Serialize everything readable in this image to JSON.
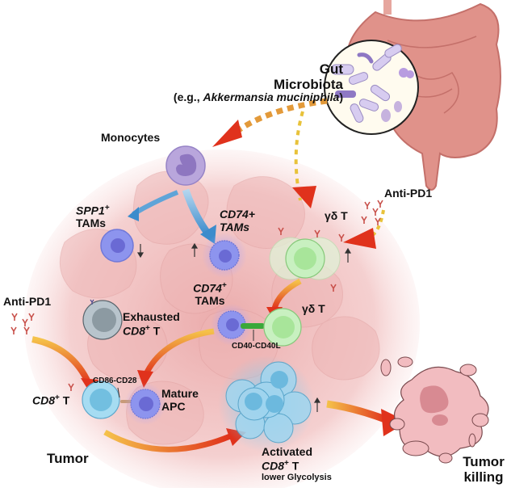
{
  "diagram": {
    "title": "Gut microbiota enhances anti-PD1 tumor immunity",
    "colors": {
      "tumor_bg": "#f2c4c4",
      "monocyte": "#b9a6dc",
      "tam": "#8d94ee",
      "gamma_delta_t": "#c8f0c0",
      "cd8_t": "#9fd6f0",
      "exhausted_t": "#b8c4cc",
      "arrow_red": "#e0321c",
      "arrow_orange": "#f0a030",
      "arrow_blue": "#3c8ccc",
      "dashed_yellow": "#e8c23a",
      "dashed_orange": "#e39a3a",
      "antibody": "#c8504a",
      "colon": "#e0928a"
    },
    "labels": {
      "gut_microbiota": {
        "line1": "Gut",
        "line2": "Microbiota",
        "line3_prefix": "(e.g., ",
        "line3_species": "Akkermansia muciniphila",
        "line3_suffix": ")"
      },
      "monocytes": "Monocytes",
      "spp1_tams": {
        "gene": "SPP1",
        "sup": "+",
        "cell": "TAMs"
      },
      "cd74_tams_top": {
        "gene": "CD74+",
        "cell": "TAMs"
      },
      "anti_pd1_right": "Anti-PD1",
      "gamma_delta_t_top": "γδ T",
      "anti_pd1_left": "Anti-PD1",
      "exhausted_cd8": {
        "line1": "Exhausted",
        "gene": "CD8",
        "sup": "+",
        "suffix": " T"
      },
      "cd74_tams_mid": {
        "gene": "CD74",
        "sup": "+",
        "cell": "TAMs"
      },
      "gamma_delta_t_mid": "γδ T",
      "cd40_cd40l": "CD40-CD40L",
      "cd86_cd28": "CD86-CD28",
      "cd8_t": {
        "gene": "CD8",
        "sup": "+",
        "suffix": " T"
      },
      "mature_apc": {
        "line1": "Mature",
        "line2": "APC"
      },
      "tumor": "Tumor",
      "activated_cd8": {
        "line1": "Activated",
        "gene": "CD8",
        "sup": "+",
        "suffix": " T",
        "line3": "lower Glycolysis"
      },
      "tumor_killing": {
        "line1": "Tumor",
        "line2": "killing"
      }
    },
    "indicators": {
      "spp1_tams": "down",
      "cd74_tams": "up",
      "gamma_delta_t": "up",
      "activated_cd8_t": "up"
    }
  }
}
